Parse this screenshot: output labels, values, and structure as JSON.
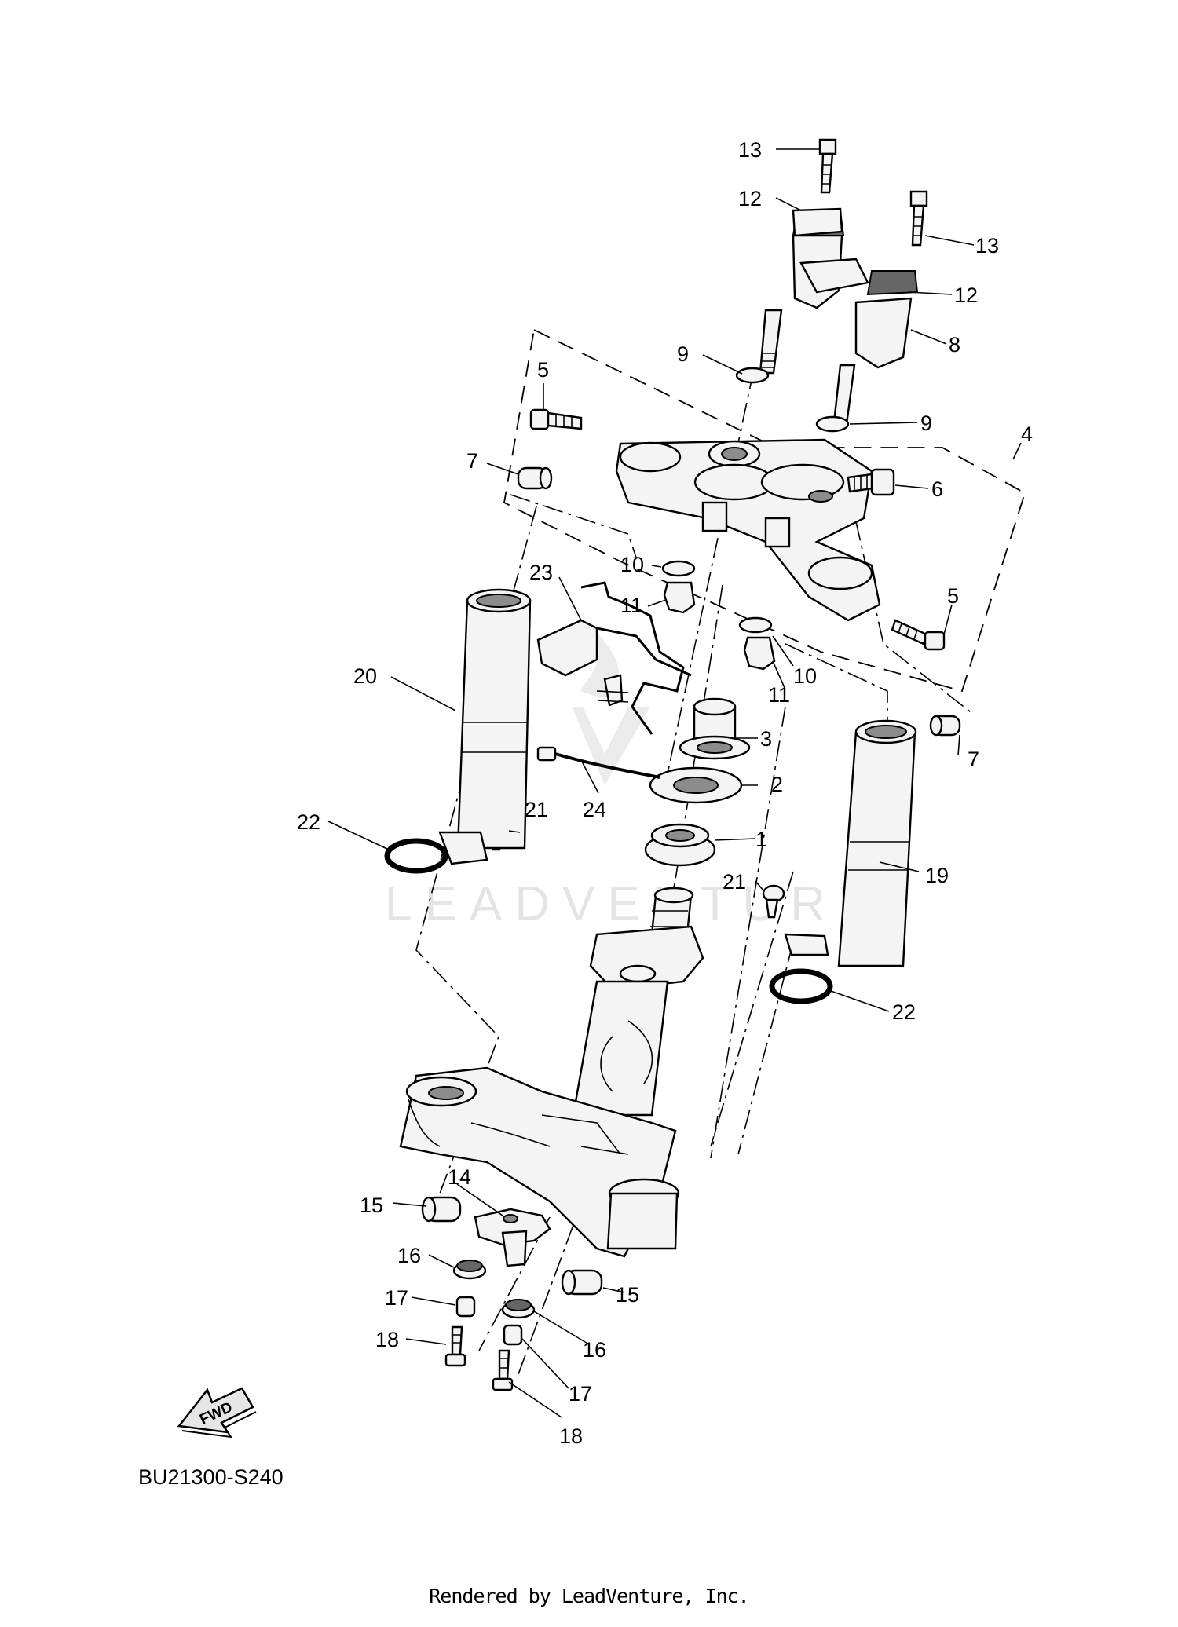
{
  "watermark": "LEADVENTURE",
  "diagram_code": "BU21300-S240",
  "fwd_label": "FWD",
  "credit": "Rendered by LeadVenture, Inc.",
  "callouts": {
    "c1": "1",
    "c2": "2",
    "c3": "3",
    "c4": "4",
    "c5a": "5",
    "c5b": "5",
    "c6": "6",
    "c7a": "7",
    "c7b": "7",
    "c8": "8",
    "c9a": "9",
    "c9b": "9",
    "c10a": "10",
    "c10b": "10",
    "c11a": "11",
    "c11b": "11",
    "c12a": "12",
    "c12b": "12",
    "c13a": "13",
    "c13b": "13",
    "c14": "14",
    "c15a": "15",
    "c15b": "15",
    "c16a": "16",
    "c16b": "16",
    "c17a": "17",
    "c17b": "17",
    "c18a": "18",
    "c18b": "18",
    "c19": "19",
    "c20": "20",
    "c21a": "21",
    "c21b": "21",
    "c22a": "22",
    "c22b": "22",
    "c23": "23",
    "c24": "24"
  }
}
